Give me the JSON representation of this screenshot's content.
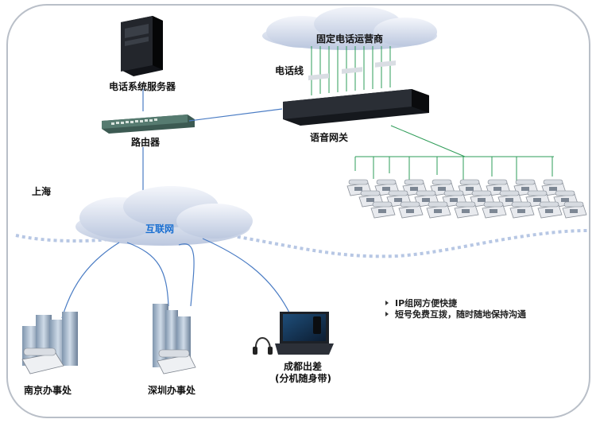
{
  "labels": {
    "pstn_carrier": "固定电话运营商",
    "phone_line": "电话线",
    "phone_server": "电话系统服务器",
    "router": "路由器",
    "voice_gateway": "语音网关",
    "shanghai": "上海",
    "internet": "互联网",
    "nanjing_office": "南京办事处",
    "shenzhen_office": "深圳办事处",
    "chengdu_trip": "成都出差",
    "chengdu_note": "(分机随身带)"
  },
  "bullets": [
    "IP组网方便快捷",
    "短号免费互拨，随时随地保持沟通"
  ],
  "colors": {
    "frame": "#b9bfc8",
    "cloud": "#c9d3e6",
    "link_blue": "#4a7cc4",
    "link_green": "#2e9c58",
    "dotted": "#b7c7e4",
    "internet_text": "#1a6fd1"
  }
}
